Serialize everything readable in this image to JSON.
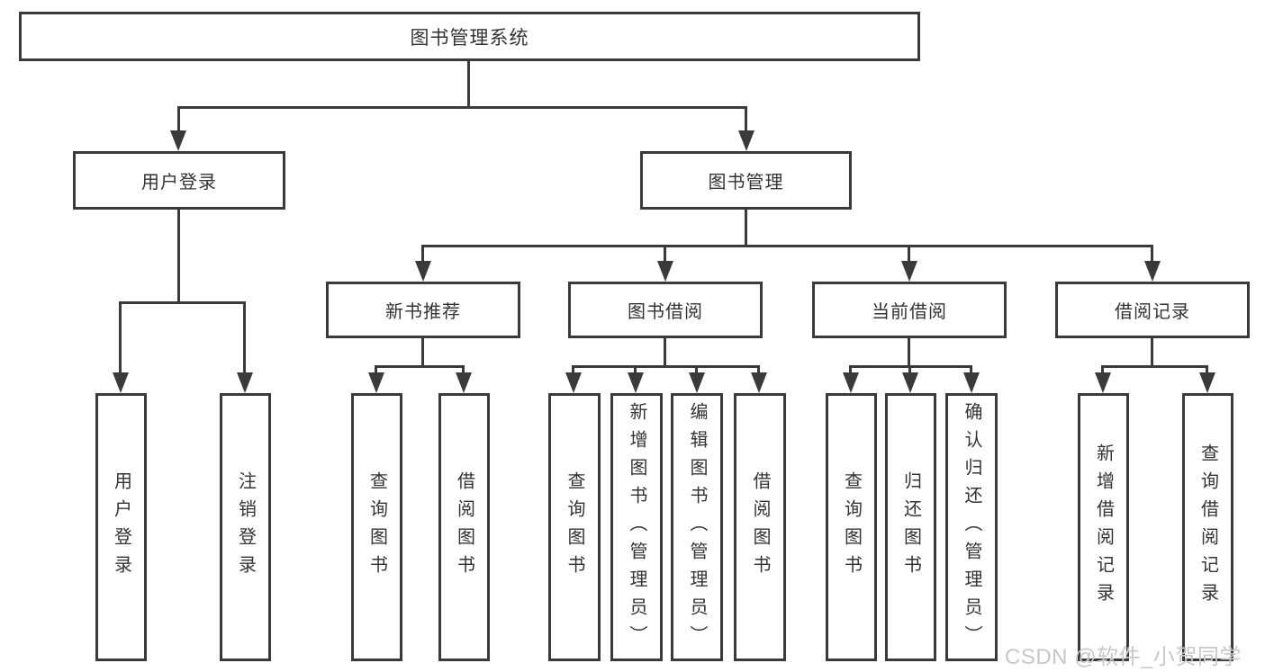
{
  "diagram": {
    "root": {
      "label": "图书管理系统"
    },
    "level2": {
      "user_login": {
        "label": "用户登录"
      },
      "book_management": {
        "label": "图书管理"
      }
    },
    "level3": {
      "new_book_recommendation": {
        "label": "新书推荐"
      },
      "book_borrowing": {
        "label": "图书借阅"
      },
      "current_borrowing": {
        "label": "当前借阅"
      },
      "borrowing_records": {
        "label": "借阅记录"
      }
    },
    "leaves": {
      "login": {
        "label": "用户登录"
      },
      "logout": {
        "label": "注销登录"
      },
      "recommend_query_books": {
        "label": "查询图书"
      },
      "recommend_borrow_books": {
        "label": "借阅图书"
      },
      "borrow_query_books": {
        "label": "查询图书"
      },
      "borrow_add_books_admin": {
        "label": "新增图书（管理员）"
      },
      "borrow_edit_books_admin": {
        "label": "编辑图书（管理员）"
      },
      "borrow_borrow_books": {
        "label": "借阅图书"
      },
      "current_query_books": {
        "label": "查询图书"
      },
      "current_return_books": {
        "label": "归还图书"
      },
      "current_confirm_return_admin": {
        "label": "确认归还（管理员）"
      },
      "records_add_record": {
        "label": "新增借阅记录"
      },
      "records_query_record": {
        "label": "查询借阅记录"
      }
    }
  },
  "watermark": {
    "text": "CSDN @软件_小贺同学"
  },
  "colors": {
    "line": "#3a3a3a",
    "text": "#333333",
    "watermark": "#c8c8c8",
    "background": "#ffffff"
  }
}
